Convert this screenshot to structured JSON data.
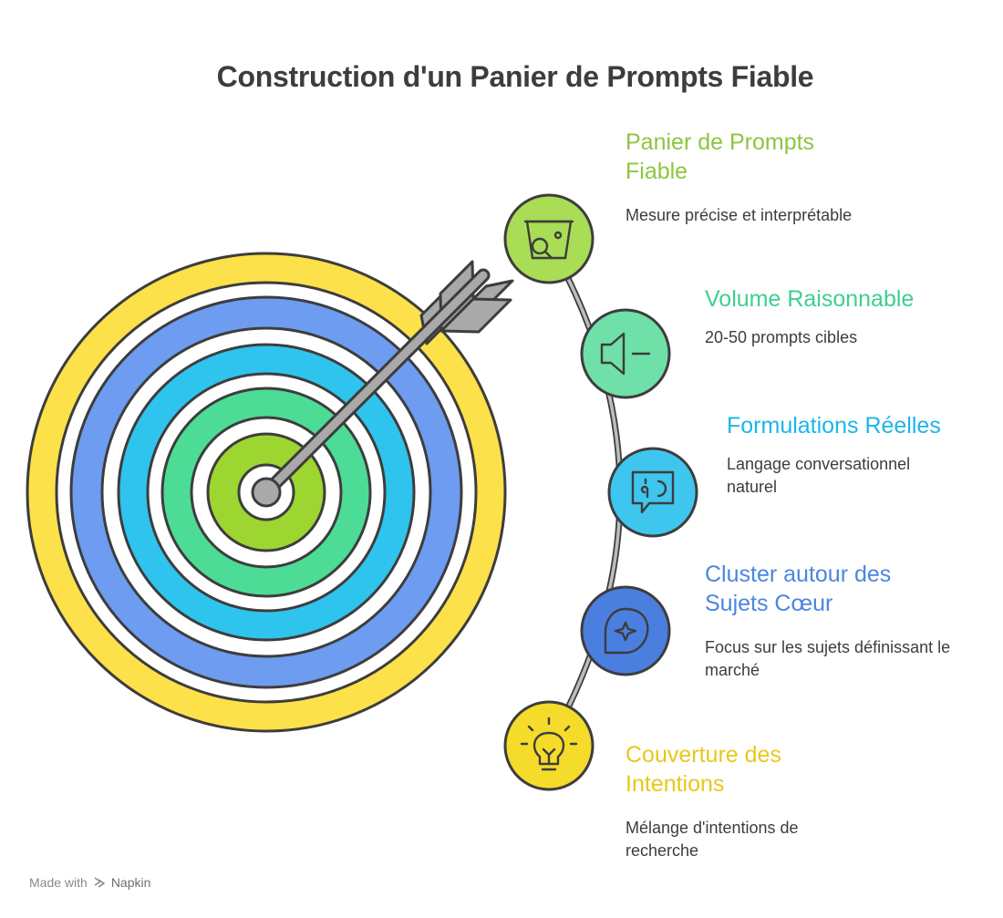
{
  "title": "Construction d'un Panier de Prompts Fiable",
  "items": [
    {
      "heading": "Panier de Prompts Fiable",
      "description": "Mesure précise et interprétable",
      "color": "#8cc63f",
      "icon": "basket-search-icon"
    },
    {
      "heading": "Volume Raisonnable",
      "description": "20-50 prompts cibles",
      "color": "#3ecf8e",
      "icon": "volume-low-icon"
    },
    {
      "heading": "Formulations Réelles",
      "description": "Langage conversationnel naturel",
      "color": "#1cb6e8",
      "icon": "speech-bubble-icon"
    },
    {
      "heading": "Cluster autour des Sujets Cœur",
      "description": "Focus sur les sujets définissant le marché",
      "color": "#4a86e0",
      "icon": "target-tag-icon"
    },
    {
      "heading": "Couverture des Intentions",
      "description": "Mélange d'intentions de recherche",
      "color": "#e8c81a",
      "icon": "lightbulb-icon"
    }
  ],
  "footer": {
    "made_with": "Made with",
    "brand": "Napkin"
  }
}
